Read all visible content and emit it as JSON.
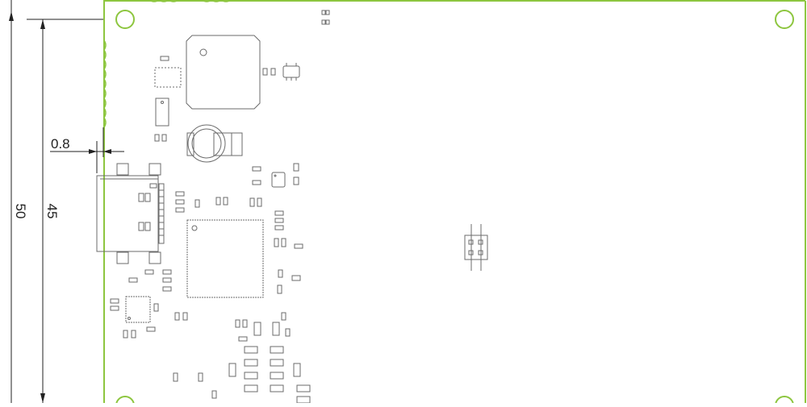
{
  "dimensions": {
    "outer": "50",
    "inner": "45",
    "offset": "0.8"
  },
  "colors": {
    "board_outline": "#8dc63f",
    "component_line": "#6b6b6b",
    "dimension_line": "#222222",
    "background": "#ffffff"
  }
}
